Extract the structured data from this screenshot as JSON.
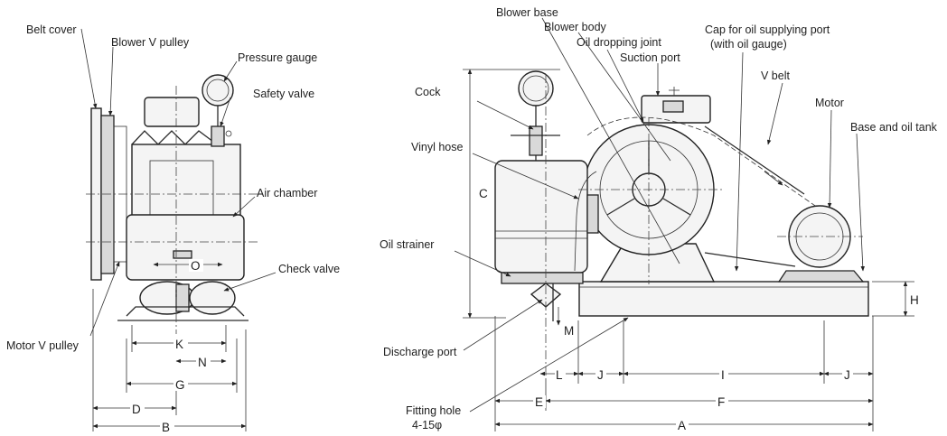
{
  "labels": {
    "belt_cover": "Belt cover",
    "blower_v_pulley": "Blower V pulley",
    "pressure_gauge": "Pressure gauge",
    "safety_valve": "Safety valve",
    "air_chamber": "Air chamber",
    "check_valve": "Check valve",
    "motor_v_pulley": "Motor V pulley",
    "blower_base": "Blower base",
    "blower_body": "Blower body",
    "oil_dropping_joint": "Oil dropping joint",
    "suction_port": "Suction port",
    "cap_oil_port_line1": "Cap for oil supplying port",
    "cap_oil_port_line2": "(with oil gauge)",
    "v_belt": "V belt",
    "motor": "Motor",
    "base_and_oil_tank": "Base and oil tank",
    "cock": "Cock",
    "vinyl_hose": "Vinyl hose",
    "oil_strainer": "Oil strainer",
    "discharge_port": "Discharge port",
    "fitting_hole_line1": "Fitting hole",
    "fitting_hole_line2": "4-15φ"
  },
  "dimensions": {
    "A": "A",
    "B": "B",
    "C": "C",
    "D": "D",
    "E": "E",
    "F": "F",
    "G": "G",
    "H": "H",
    "I": "I",
    "J_left": "J",
    "J_right": "J",
    "K": "K",
    "L": "L",
    "M": "M",
    "N": "N",
    "O": "O"
  }
}
